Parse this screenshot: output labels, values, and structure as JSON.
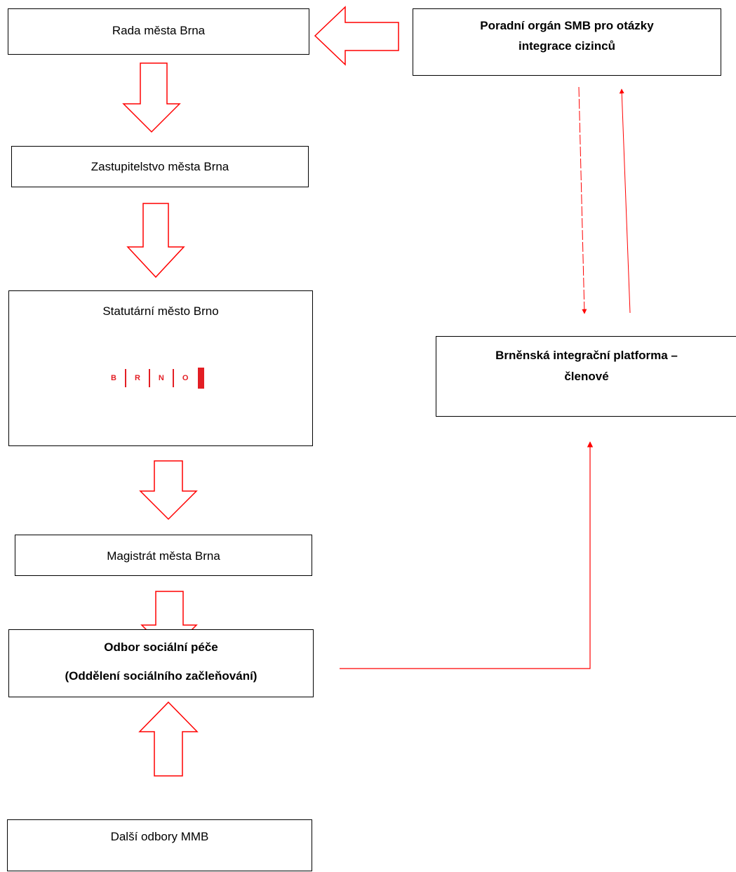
{
  "boxes": {
    "rada": "Rada města Brna",
    "poradni_line1": "Poradní orgán SMB pro otázky",
    "poradni_line2": "integrace cizinců",
    "zastupitelstvo": "Zastupitelstvo města Brna",
    "statutarni": "Statutární město Brno",
    "platforma_line1": "Brněnská integrační platforma –",
    "platforma_line2": "členové",
    "magistrat": "Magistrát města Brna",
    "odbor_line1": "Odbor sociální péče",
    "odbor_line2": "(Oddělení sociálního začleňování)",
    "dalsi": "Další odbory MMB"
  },
  "logo": {
    "letters": [
      "B",
      "R",
      "N",
      "O"
    ]
  },
  "colors": {
    "arrow": "#ff0000",
    "border": "#000000"
  }
}
